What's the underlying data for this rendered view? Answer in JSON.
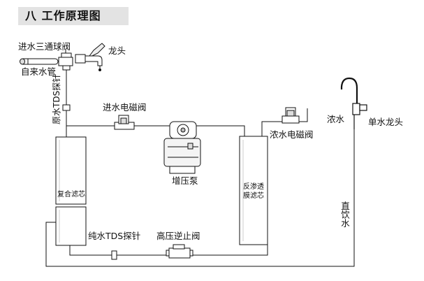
{
  "title": "八 工作原理图",
  "labels": {
    "inlet_three_way_valve": "进水三通球阀",
    "faucet": "龙头",
    "tap_water_pipe": "自来水管",
    "raw_water_tds_probe": "原水TDS探针",
    "inlet_solenoid_valve": "进水电磁阀",
    "booster_pump": "增压泵",
    "composite_filter": "复合滤芯",
    "pure_water_tds_probe": "纯水TDS探针",
    "high_pressure_check_valve": "高压逆止阀",
    "ro_membrane_line1": "反渗透",
    "ro_membrane_line2": "膜滤芯",
    "concentrate_solenoid_valve": "浓水电磁阀",
    "concentrate": "浓水",
    "single_water_faucet": "单水龙头",
    "direct_drink_water": "直饮水"
  }
}
